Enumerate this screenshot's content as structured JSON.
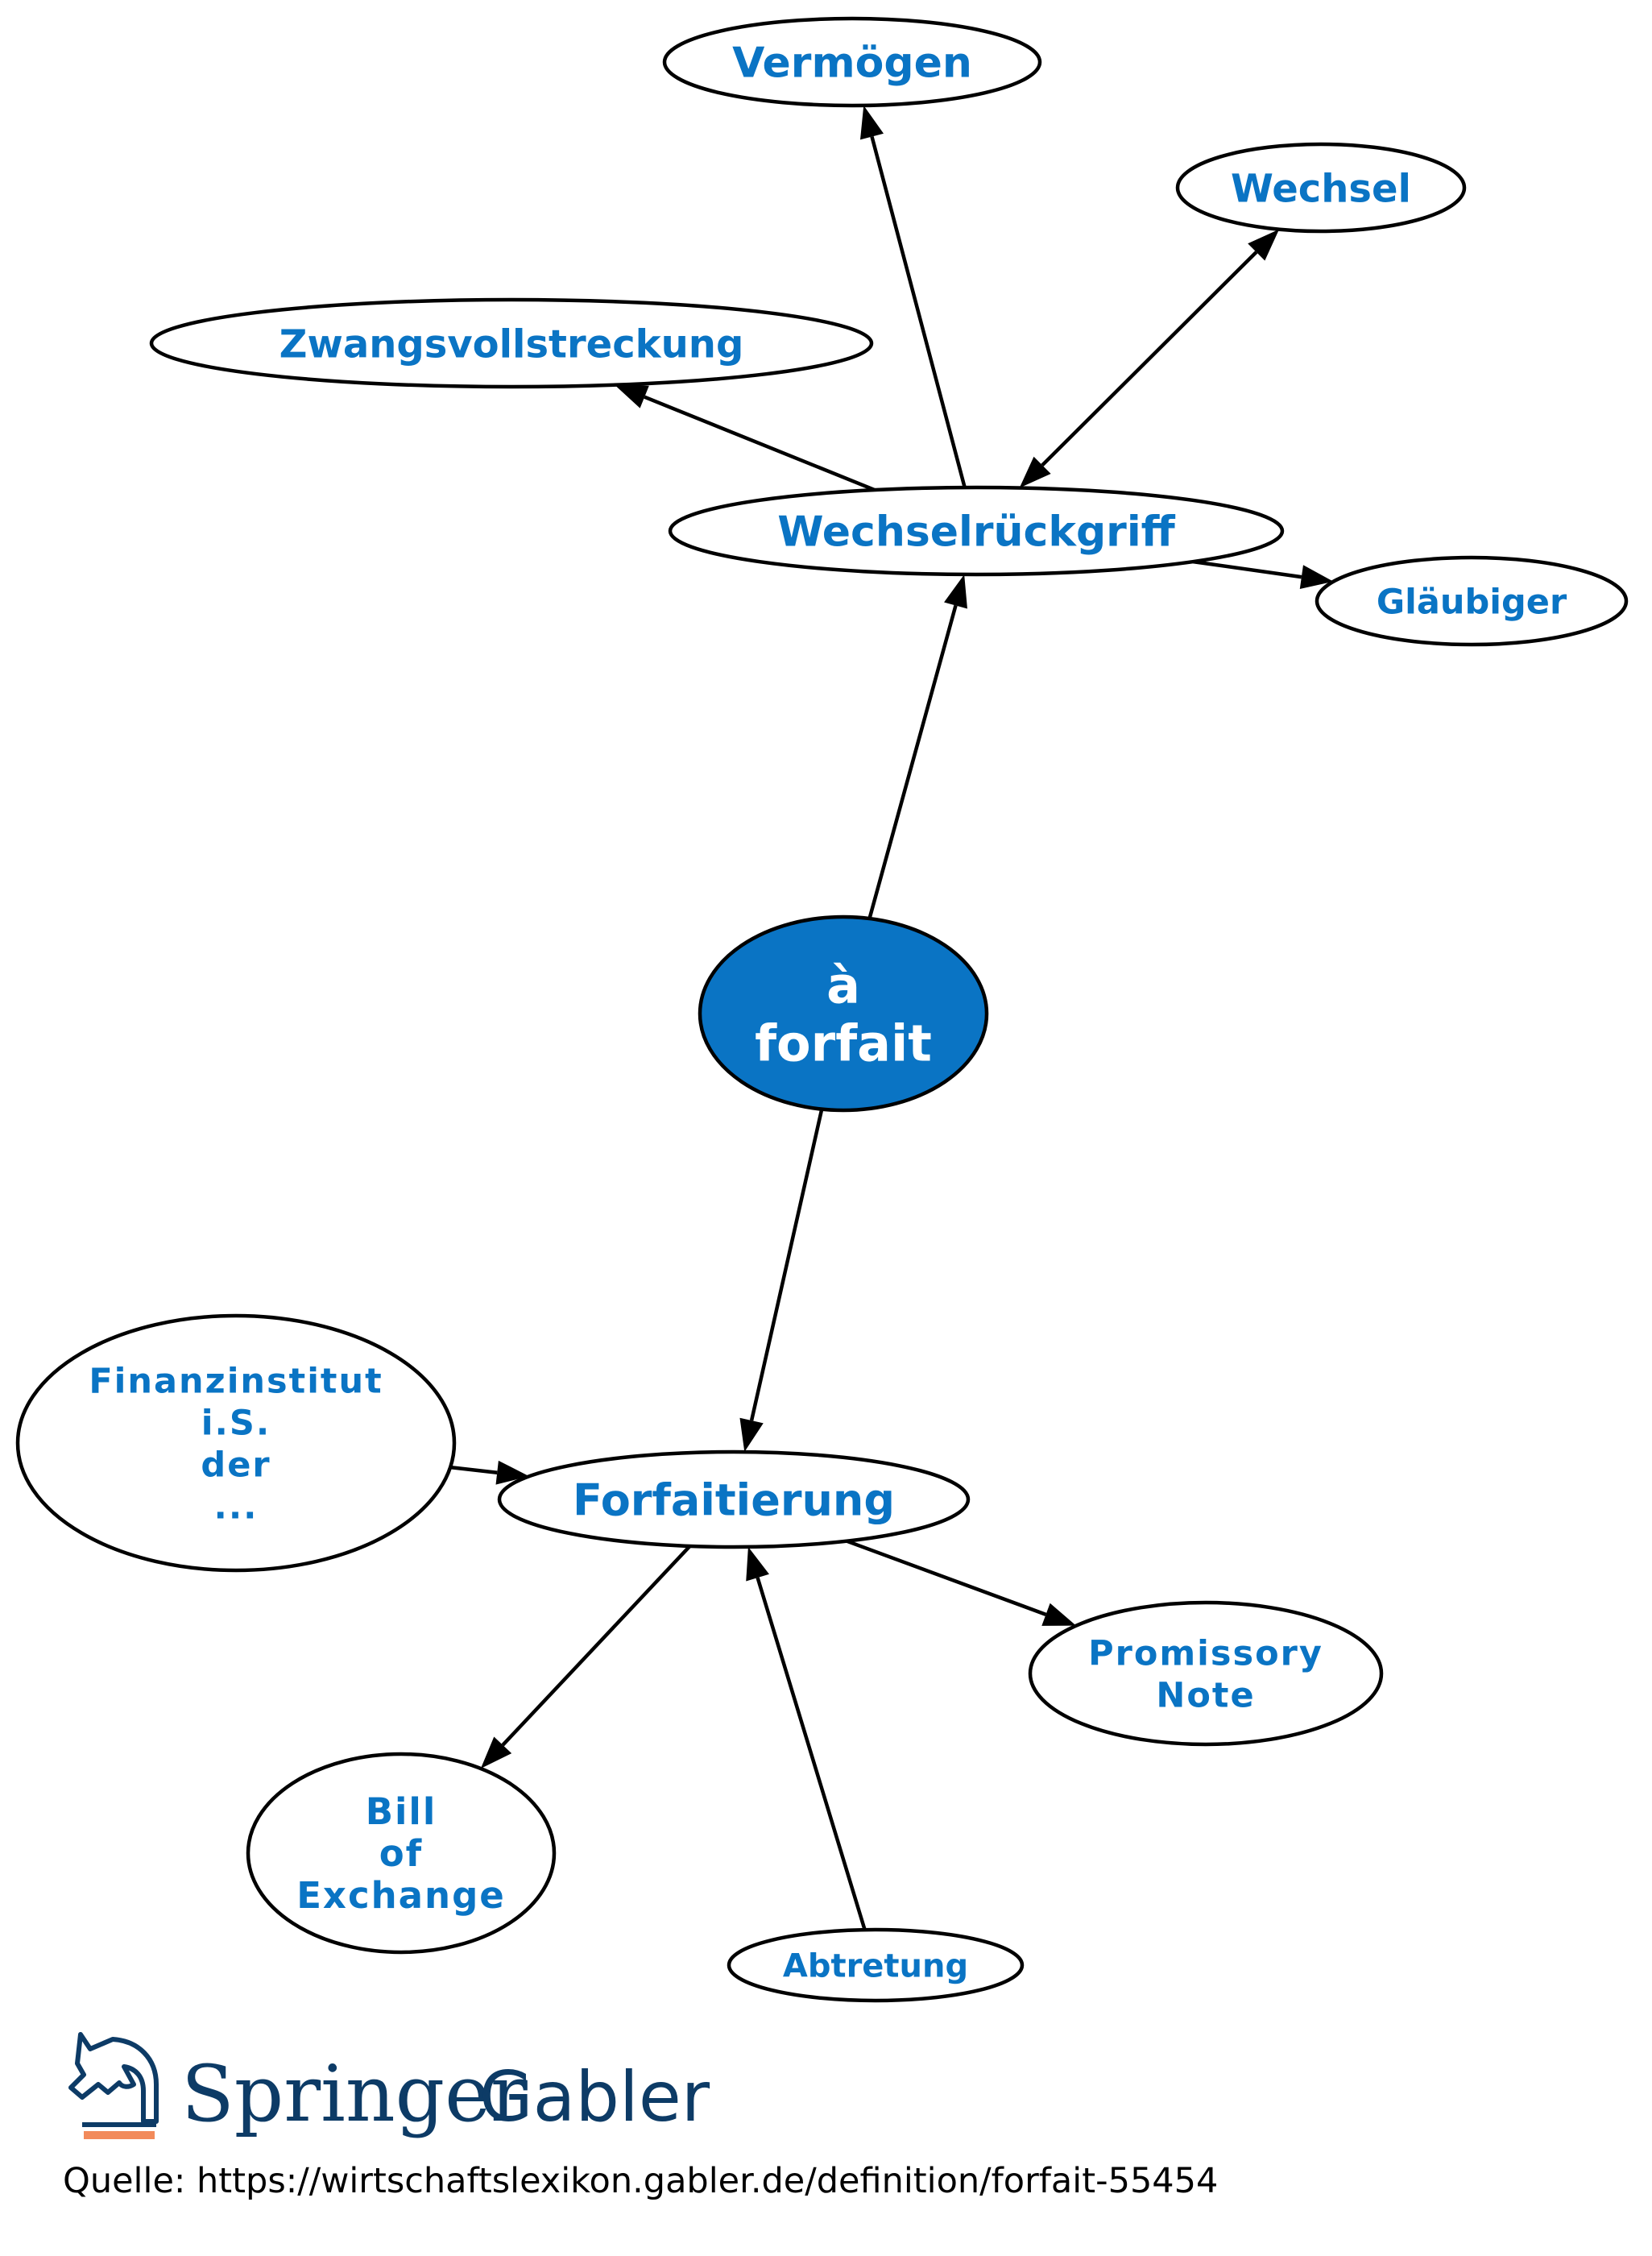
{
  "diagram": {
    "nodes": {
      "center": {
        "label_lines": [
          "à",
          "forfait"
        ]
      },
      "vermoegen": {
        "label_lines": [
          "Vermögen"
        ]
      },
      "wechsel": {
        "label_lines": [
          "Wechsel"
        ]
      },
      "zwangsvollstreckung": {
        "label_lines": [
          "Zwangsvollstreckung"
        ]
      },
      "wechselrueckgriff": {
        "label_lines": [
          "Wechselrückgriff"
        ]
      },
      "glaeubiger": {
        "label_lines": [
          "Gläubiger"
        ]
      },
      "finanzinstitut": {
        "label_lines": [
          "Finanzinstitut",
          "i.S.",
          "der",
          "..."
        ]
      },
      "forfaitierung": {
        "label_lines": [
          "Forfaitierung"
        ]
      },
      "promissory_note": {
        "label_lines": [
          "Promissory",
          "Note"
        ]
      },
      "bill_of_exchange": {
        "label_lines": [
          "Bill",
          "of",
          "Exchange"
        ]
      },
      "abtretung": {
        "label_lines": [
          "Abtretung"
        ]
      }
    },
    "edges": [
      {
        "from": "center",
        "to": "wechselrueckgriff"
      },
      {
        "from": "center",
        "to": "forfaitierung"
      },
      {
        "from": "wechselrueckgriff",
        "to": "vermoegen"
      },
      {
        "from": "wechselrueckgriff",
        "to": "wechsel",
        "bidirectional": true
      },
      {
        "from": "wechselrueckgriff",
        "to": "zwangsvollstreckung"
      },
      {
        "from": "wechselrueckgriff",
        "to": "glaeubiger"
      },
      {
        "from": "finanzinstitut",
        "to": "forfaitierung"
      },
      {
        "from": "forfaitierung",
        "to": "promissory_note"
      },
      {
        "from": "forfaitierung",
        "to": "bill_of_exchange"
      },
      {
        "from": "abtretung",
        "to": "forfaitierung"
      }
    ],
    "colors": {
      "node_text": "#0a74c4",
      "center_fill": "#0a74c4",
      "center_text": "#ffffff",
      "stroke": "#000000"
    }
  },
  "footer": {
    "logo": {
      "brand": "Springer",
      "imprint": "Gabler",
      "icon": "knight-horse-icon"
    },
    "source": "Quelle: https://wirtschaftslexikon.gabler.de/definition/forfait-55454"
  }
}
